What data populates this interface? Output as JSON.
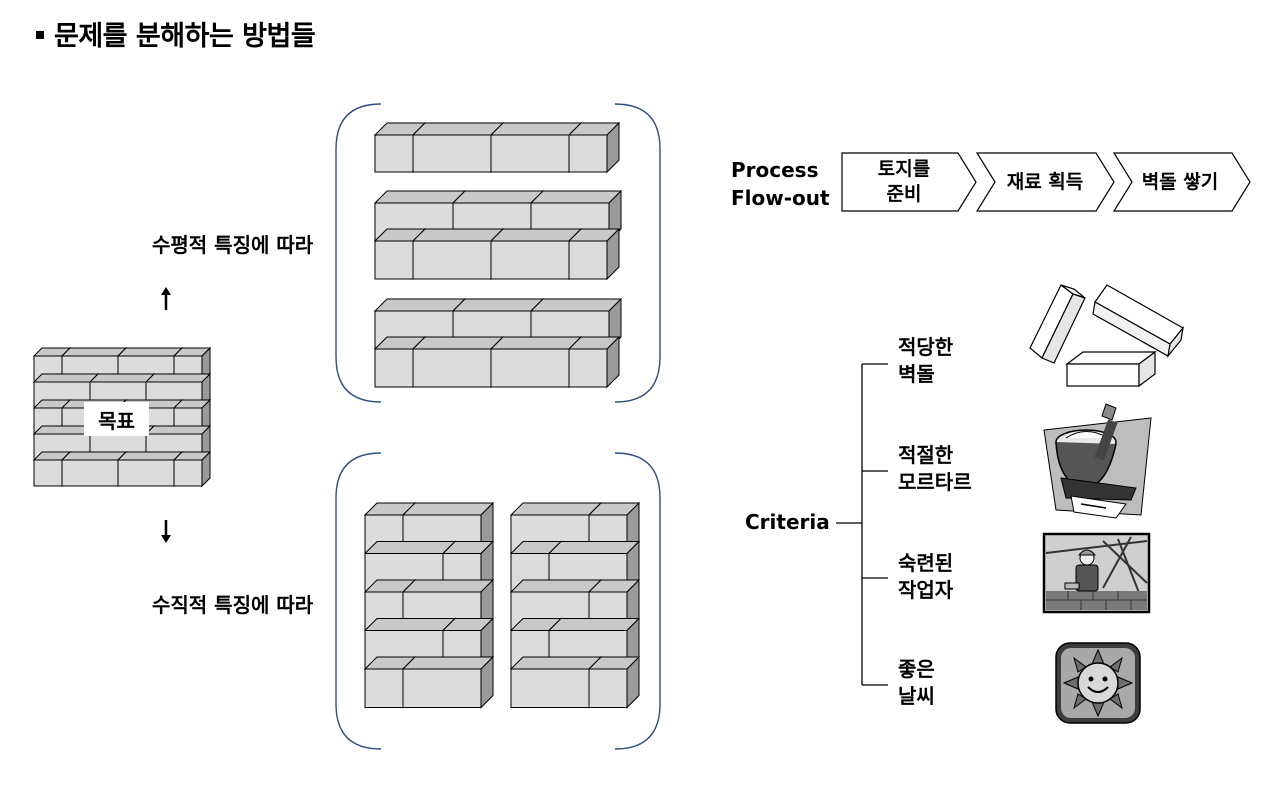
{
  "slide": {
    "title": "문제를 분해하는 방법들"
  },
  "goal": {
    "label": "목표"
  },
  "split": {
    "horizontal_label": "수평적 특징에 따라",
    "vertical_label": "수직적 특징에 따라"
  },
  "process": {
    "label_line1": "Process",
    "label_line2": "Flow-out",
    "steps": [
      {
        "line1": "토지를",
        "line2": "준비"
      },
      {
        "line1": "재료 획득"
      },
      {
        "line1": "벽돌 쌓기"
      }
    ]
  },
  "criteria": {
    "label": "Criteria",
    "items": [
      {
        "line1": "적당한",
        "line2": "벽돌",
        "icon": "bricks-icon"
      },
      {
        "line1": "적절한",
        "line2": "모르타르",
        "icon": "mortar-tools-icon"
      },
      {
        "line1": "숙련된",
        "line2": "작업자",
        "icon": "worker-icon"
      },
      {
        "line1": "좋은",
        "line2": "날씨",
        "icon": "sun-icon"
      }
    ]
  },
  "colors": {
    "brick_face": "#dcdcdc",
    "brick_side": "#9a9a9a",
    "brace": "#2f4f7f"
  }
}
